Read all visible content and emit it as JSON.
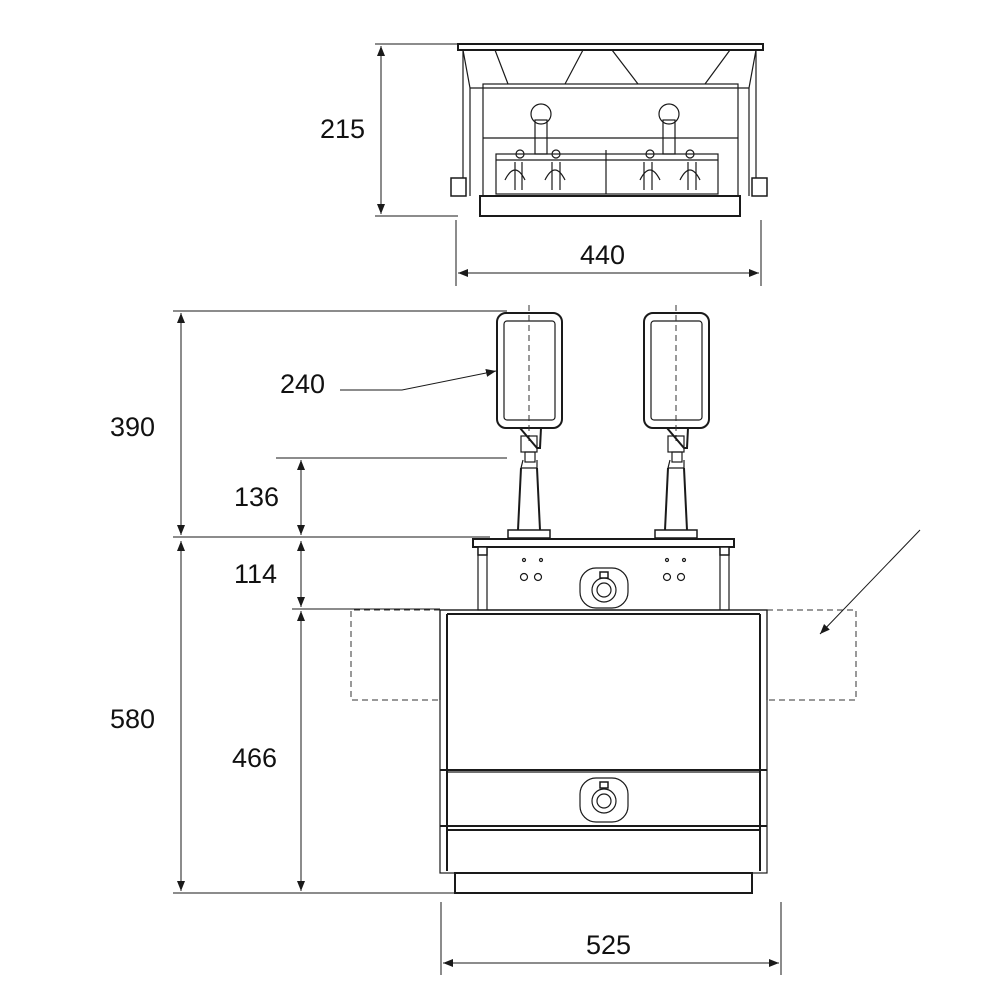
{
  "dimensions": {
    "top_height": "215",
    "top_width": "440",
    "handle_height": "390",
    "handle_panel_width": "240",
    "stem_height": "136",
    "control_panel_height": "114",
    "overall_height": "580",
    "cabinet_height": "466",
    "overall_width": "525"
  },
  "colors": {
    "line": "#1a1a1a",
    "background": "#ffffff"
  }
}
